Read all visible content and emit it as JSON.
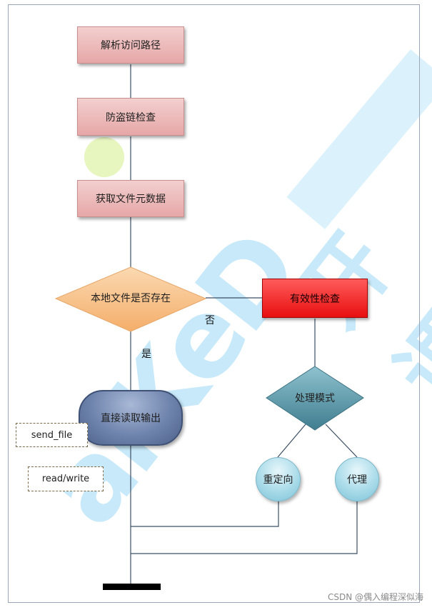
{
  "flow": {
    "steps": [
      "解析访问路径",
      "防盗链检查",
      "获取文件元数据"
    ],
    "decision_local": "本地文件是否存在",
    "branch_yes": "是",
    "branch_no": "否",
    "validity_check": "有效性检查",
    "direct_output": "直接读取输出",
    "notes": [
      "send_file",
      "read/write"
    ],
    "decision_mode": "处理模式",
    "mode_redirect": "重定向",
    "mode_proxy": "代理"
  },
  "colors": {
    "step_fill": "#eab5b5",
    "validity_fill": "#f52a2a",
    "decision_local_fill": "#f8c58c",
    "decision_mode_fill": "#5c99a8",
    "direct_output_fill": "#6f84ad",
    "mode_circle_fill": "#a9dbe9",
    "line": "#3c4f63"
  },
  "watermark": {
    "latin": "aiKeD",
    "cn": "开课"
  },
  "footer": "CSDN @偶入编程深似海"
}
